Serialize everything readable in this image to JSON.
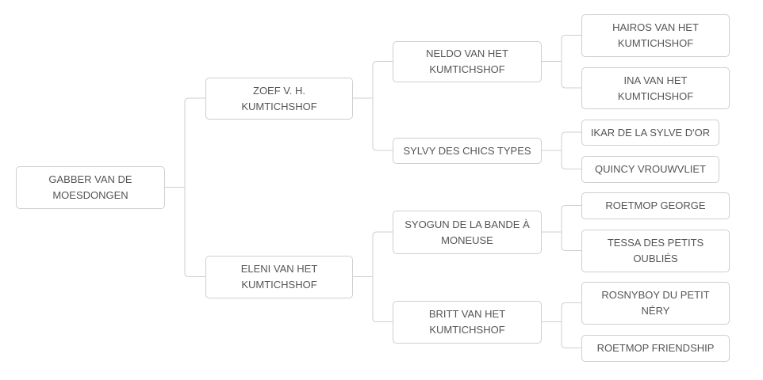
{
  "pedigree": {
    "subject": "GABBER VAN DE MOESDONGEN",
    "sire": "ZOEF V. H. KUMTICHSHOF",
    "dam": "ELENI VAN HET KUMTICHSHOF",
    "sire_sire": "NELDO VAN HET KUMTICHSHOF",
    "sire_dam": "SYLVY DES CHICS TYPES",
    "dam_sire": "SYOGUN DE LA BANDE À MONEUSE",
    "dam_dam": "BRITT VAN HET KUMTICHSHOF",
    "ss_sire": "HAIROS VAN HET KUMTICHSHOF",
    "ss_dam": "INA VAN HET KUMTICHSHOF",
    "sd_sire": "IKAR DE LA SYLVE D'OR",
    "sd_dam": "QUINCY VROUWVLIET",
    "ds_sire": "ROETMOP GEORGE",
    "ds_dam": "TESSA DES PETITS OUBLIÉS",
    "dd_sire": "ROSNYBOY DU PETIT NÉRY",
    "dd_dam": "ROETMOP FRIENDSHIP"
  }
}
